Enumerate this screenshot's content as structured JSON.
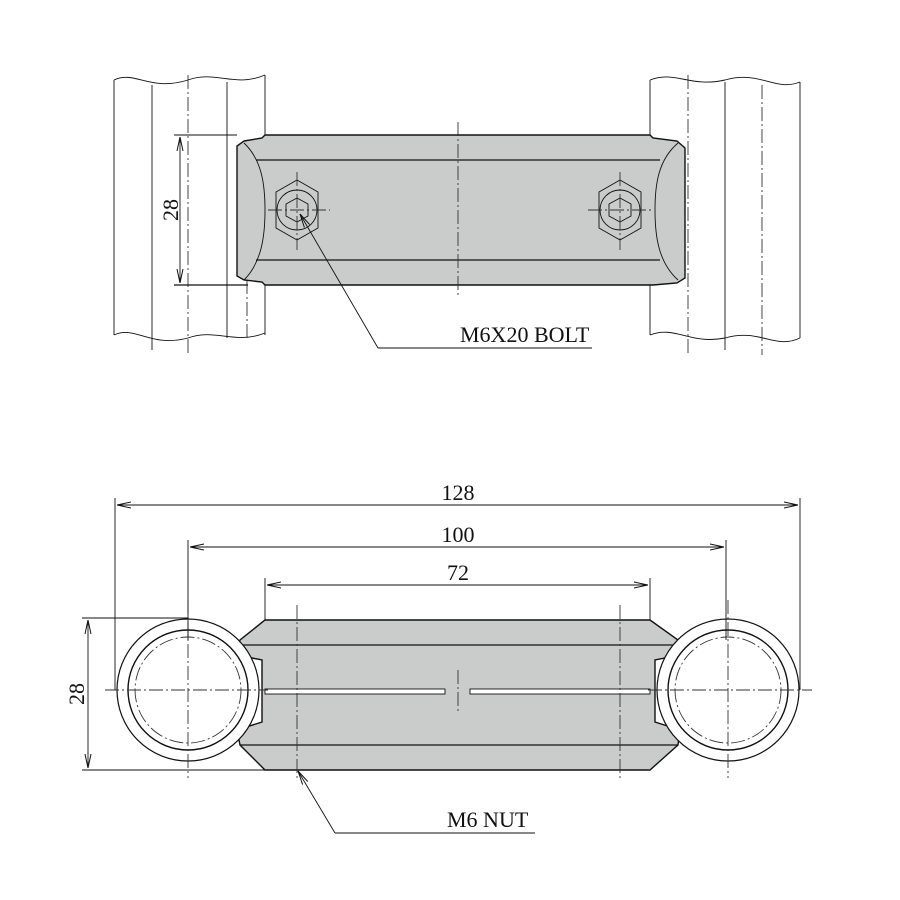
{
  "top_view": {
    "dimension_height": "28",
    "bolt_label": "M6X20 BOLT"
  },
  "bottom_view": {
    "dimension_overall": "128",
    "dimension_centers": "100",
    "dimension_body": "72",
    "dimension_height": "28",
    "nut_label": "M6 NUT"
  },
  "colors": {
    "body_fill": "#c9cccb",
    "line": "#111111"
  }
}
